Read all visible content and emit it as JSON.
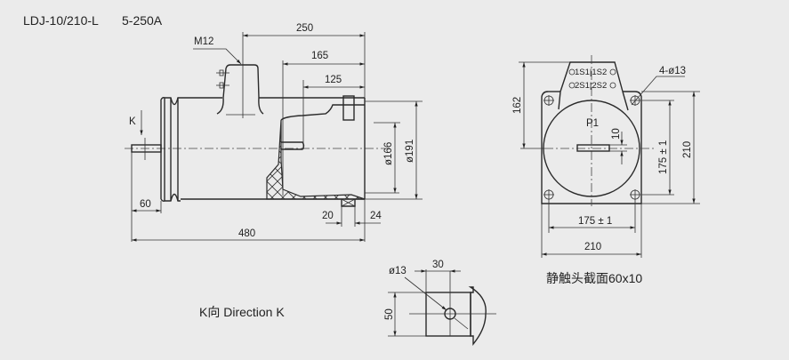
{
  "title": {
    "model": "LDJ-10/210-L",
    "range": "5-250A"
  },
  "side_view": {
    "thread_label": "M12",
    "view_arrow_label": "K",
    "dims": {
      "d250": "250",
      "d165": "165",
      "d125": "125",
      "d166": "ø166",
      "d191": "ø191",
      "d60": "60",
      "d480": "480",
      "d20": "20",
      "d24": "24"
    }
  },
  "front_view": {
    "terminals": {
      "row1": "1S1|1S2",
      "row2": "2S1|2S2"
    },
    "primary_label": "P1",
    "holes_label": "4-ø13",
    "dims": {
      "d162": "162",
      "d10": "10",
      "d175v": "175 ± 1",
      "d210v": "210",
      "d175h": "175 ± 1",
      "d210h": "210"
    },
    "caption": "静触头截面60x10"
  },
  "k_view": {
    "caption": "K向 Direction K",
    "dims": {
      "hole": "ø13",
      "d30": "30",
      "d50": "50"
    }
  },
  "colors": {
    "background": "#ebebeb",
    "line": "#2a2a2a"
  }
}
